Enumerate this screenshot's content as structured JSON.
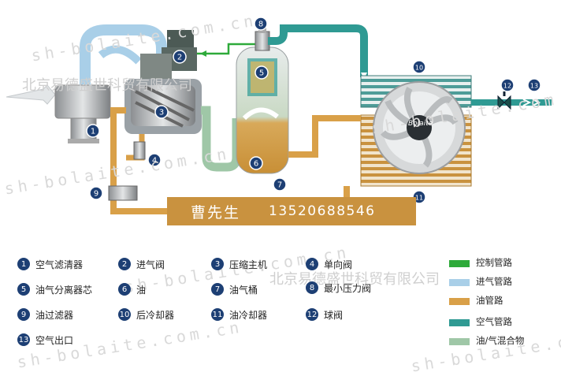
{
  "banner": {
    "name": "曹先生",
    "phone": "13520688546"
  },
  "watermarks": {
    "site": "sh-bolaite.com.cn",
    "company": "北京易德盛世科贸有限公司"
  },
  "logo": {
    "text": "Bolaite"
  },
  "callouts": [
    "1",
    "2",
    "3",
    "4",
    "5",
    "6",
    "7",
    "8",
    "9",
    "10",
    "11",
    "12",
    "13"
  ],
  "components": [
    {
      "no": "1",
      "label": "空气滤清器"
    },
    {
      "no": "2",
      "label": "进气阀"
    },
    {
      "no": "3",
      "label": "压缩主机"
    },
    {
      "no": "4",
      "label": "单向阀"
    },
    {
      "no": "5",
      "label": "油气分离器芯"
    },
    {
      "no": "6",
      "label": "油"
    },
    {
      "no": "7",
      "label": "油气桶"
    },
    {
      "no": "8",
      "label": "最小压力阀"
    },
    {
      "no": "9",
      "label": "油过滤器"
    },
    {
      "no": "10",
      "label": "后冷却器"
    },
    {
      "no": "11",
      "label": "油冷却器"
    },
    {
      "no": "12",
      "label": "球阀"
    },
    {
      "no": "13",
      "label": "空气出口"
    }
  ],
  "pipe_legend": [
    {
      "label": "控制管路",
      "color": "#2eaa3a"
    },
    {
      "label": "进气管路",
      "color": "#a9cfe8"
    },
    {
      "label": "油管路",
      "color": "#d9a048"
    },
    {
      "label": "空气管路",
      "color": "#2f9a93"
    },
    {
      "label": "油/气混合物",
      "color": "#9fc7a7"
    }
  ],
  "colors": {
    "callout": "#1d3f74",
    "oil": "#d9a048",
    "air": "#2f9a93",
    "intake": "#a9cfe8",
    "mix": "#9fc7a7",
    "control": "#2eaa3a"
  }
}
